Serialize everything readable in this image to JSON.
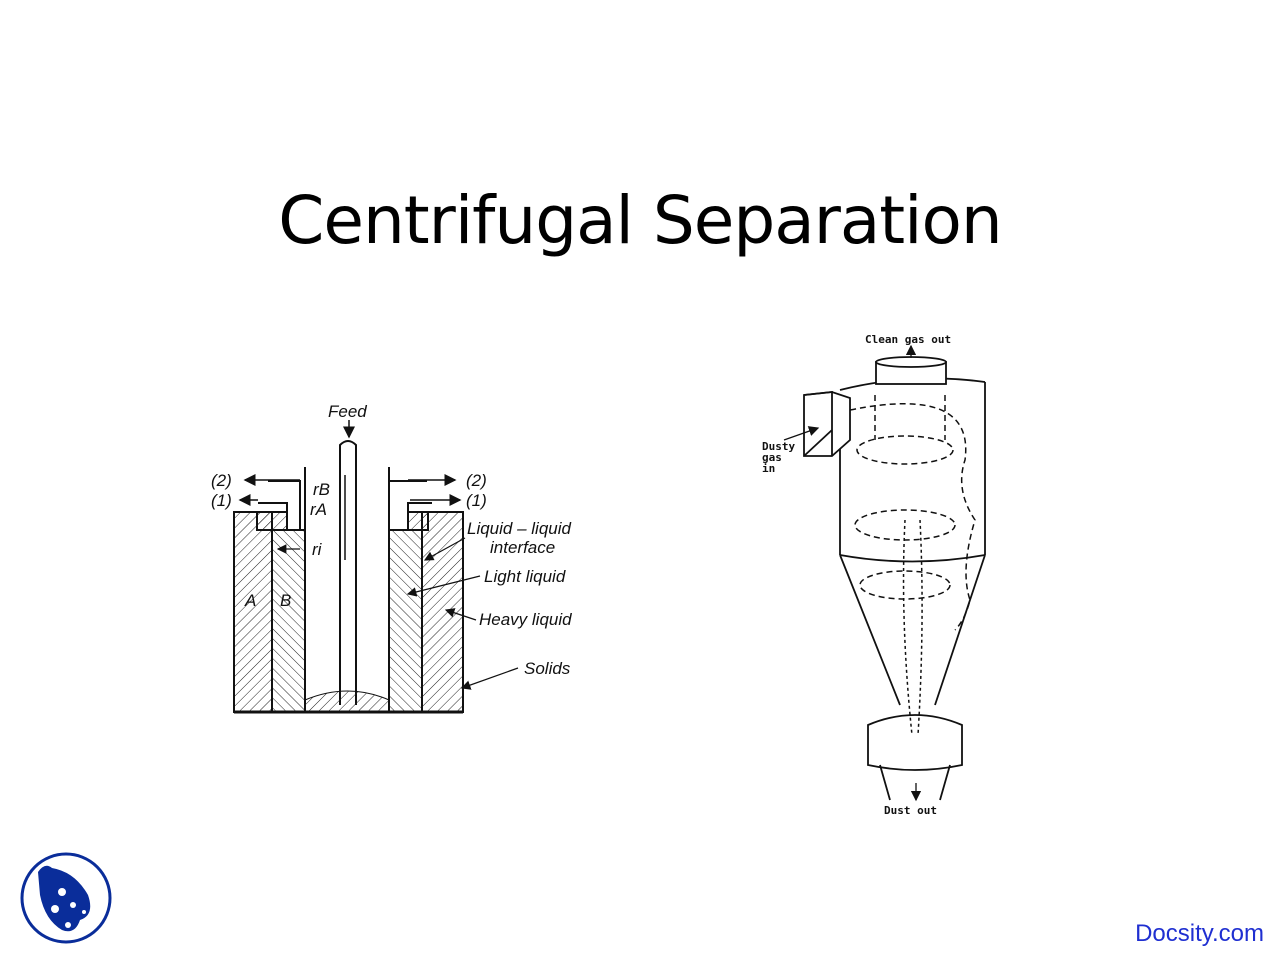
{
  "slide": {
    "title": "Centrifugal Separation"
  },
  "left_diagram": {
    "labels": {
      "feed": "Feed",
      "out2_left": "(2)",
      "out1_left": "(1)",
      "out2_right": "(2)",
      "out1_right": "(1)",
      "rB": "rB",
      "rA": "rA",
      "ri": "ri",
      "A": "A",
      "B": "B",
      "interface_1": "Liquid – liquid",
      "interface_2": "interface",
      "light": "Light liquid",
      "heavy": "Heavy liquid",
      "solids": "Solids"
    }
  },
  "right_diagram": {
    "labels": {
      "clean": "Clean gas out",
      "dusty_1": "Dusty",
      "dusty_2": "gas",
      "dusty_3": "in",
      "dust": "Dust out"
    }
  },
  "footer": {
    "brand": "Docsity.com",
    "logo_color": "#0a2d9a",
    "brand_color": "#1f2fd1"
  }
}
